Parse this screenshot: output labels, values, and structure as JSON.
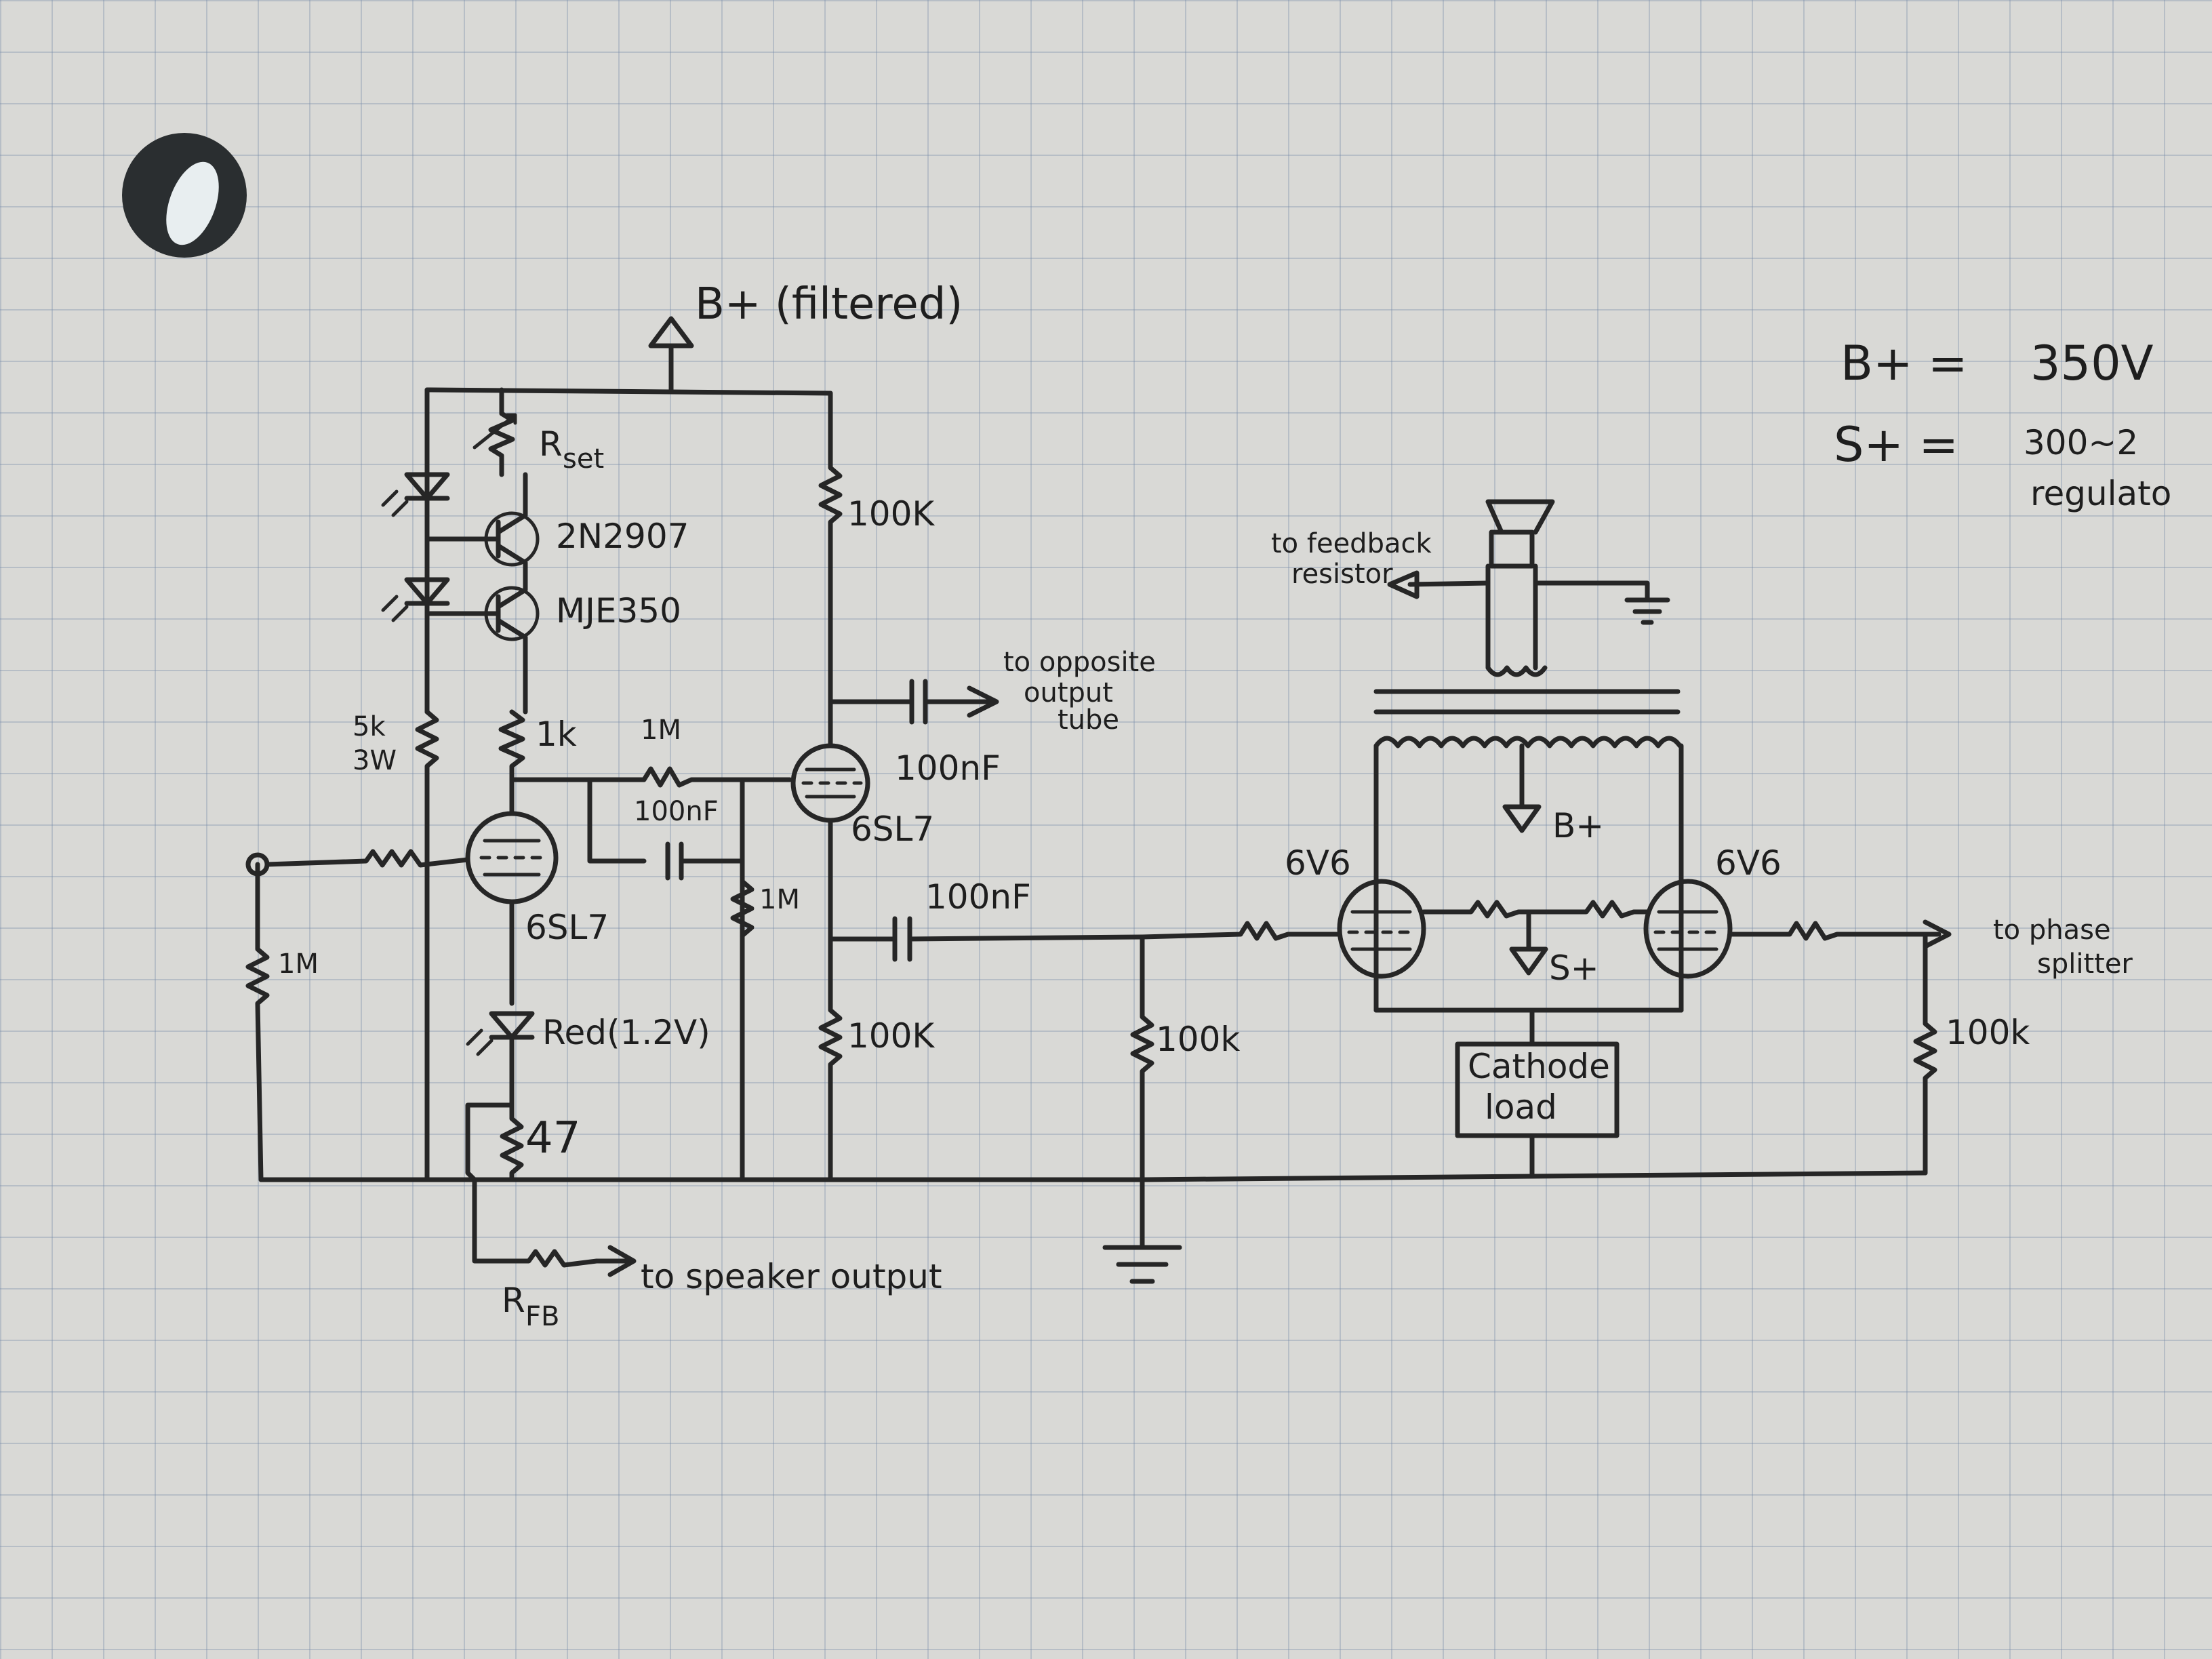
{
  "labels": {
    "bplus_filtered": "B+ (filtered)",
    "rset": "R",
    "rset_sub": "set",
    "q1": "2N2907",
    "q2": "MJE350",
    "r_5k": "5k",
    "r_5k_w": "3W",
    "r_1k": "1k",
    "r_1m_top": "1M",
    "c_100nf_mid": "100nF",
    "r_1m_right": "1M",
    "r_1m_left": "1M",
    "tube1": "6SL7",
    "tube2": "6SL7",
    "led_red": "Red(1.2V)",
    "r_47": "47",
    "rfb": "R",
    "rfb_sub": "FB",
    "to_speaker": "to speaker output",
    "r_100k_top": "100K",
    "c_100nf_top": "100nF",
    "to_opposite_1": "to opposite",
    "to_opposite_2": "output",
    "to_opposite_3": "tube",
    "c_100nf_low": "100nF",
    "r_100k_bottom": "100K",
    "r_100k_center": "100k",
    "fb_1": "to feedback",
    "fb_2": "resistor",
    "bplus_tap": "B+",
    "splus_tap": "S+",
    "tube_out_l": "6V6",
    "tube_out_r": "6V6",
    "cathode_1": "Cathode",
    "cathode_2": "load",
    "to_phase_1": "to phase",
    "to_phase_2": "splitter",
    "r_100k_right": "100k"
  },
  "notes": {
    "bplus_line": "B+ =",
    "bplus_value": "350V",
    "splus_line": "S+ =",
    "splus_value": "300~2",
    "splus_value_2": "regulato"
  },
  "colors": {
    "ink": "#262626",
    "paper": "#d9d9d6",
    "grid": "#8a9ab0"
  }
}
